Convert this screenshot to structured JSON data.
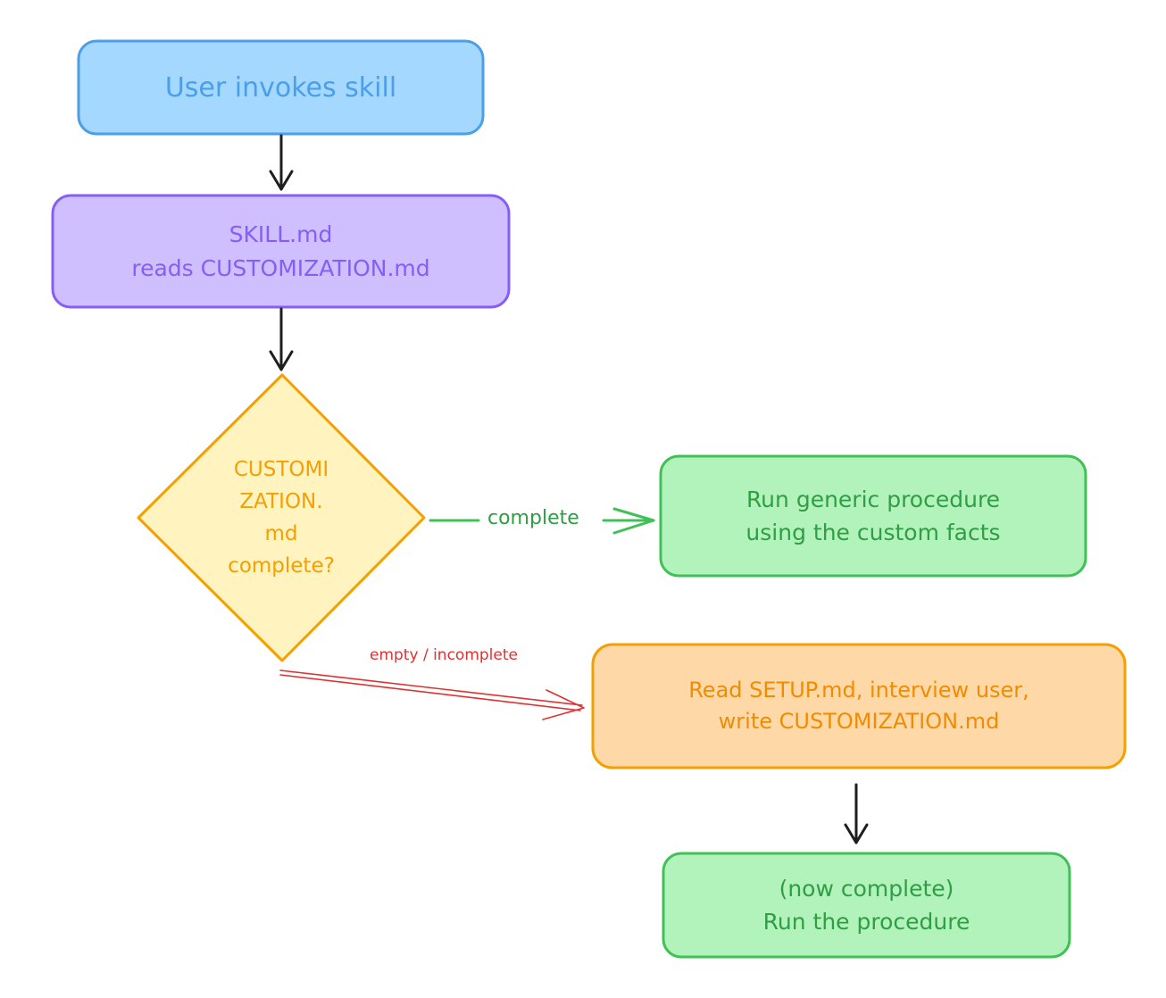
{
  "colors": {
    "start_fill": "#a5d8ff",
    "start_stroke": "#4a9eea",
    "start_text": "#4a9eea",
    "skill_fill": "#d0bfff",
    "skill_stroke": "#845ef7",
    "skill_text": "#845ef7",
    "decision_fill": "#fff3bf",
    "decision_stroke": "#f59f00",
    "decision_text": "#f59f00",
    "green_fill": "#b2f2bb",
    "green_stroke": "#40c057",
    "green_text": "#2f9e44",
    "setup_fill": "#ffd8a8",
    "setup_stroke": "#f59f00",
    "setup_text": "#f08c00",
    "arrow_black": "#1e1e1e",
    "arrow_red": "#e03131",
    "label_red": "#e03131",
    "label_green": "#2f9e44"
  },
  "nodes": {
    "start": {
      "lines": [
        "User invokes skill"
      ]
    },
    "skill": {
      "lines": [
        "SKILL.md",
        "reads CUSTOMIZATION.md"
      ]
    },
    "decision": {
      "lines": [
        "CUSTOMI",
        "ZATION.",
        "md",
        "complete?"
      ]
    },
    "generic": {
      "lines": [
        "Run generic procedure",
        "using the custom facts"
      ]
    },
    "setup": {
      "lines": [
        "Read SETUP.md, interview user,",
        "write CUSTOMIZATION.md"
      ]
    },
    "final": {
      "lines": [
        "(now complete)",
        "Run the procedure"
      ]
    }
  },
  "edges": {
    "complete_label": "complete",
    "incomplete_label": "empty / incomplete"
  }
}
